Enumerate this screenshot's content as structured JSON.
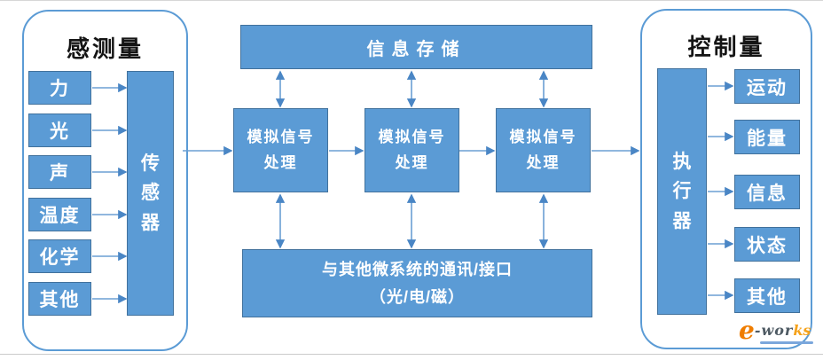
{
  "left_panel": {
    "title": "感测量",
    "items": [
      "力",
      "光",
      "声",
      "温度",
      "化学",
      "其他"
    ],
    "hub": "传\n感\n器"
  },
  "center": {
    "storage": "信息存储",
    "processors": [
      "模拟信号\n处理",
      "模拟信号\n处理",
      "模拟信号\n处理"
    ],
    "comms": "与其他微系统的通讯/接口\n（光/电/磁）"
  },
  "right_panel": {
    "title": "控制量",
    "hub": "执\n行\n器",
    "items": [
      "运动",
      "能量",
      "信息",
      "状态",
      "其他"
    ]
  },
  "logo": {
    "e": "e",
    "wor": "-wor",
    "ks": "ks"
  },
  "colors": {
    "box_fill": "#5b9bd5",
    "box_border": "#41719c",
    "panel_border": "#5b9bd5",
    "arrow_line": "#6b9fd4",
    "arrow_head": "#4a86c5",
    "title_text": "#141414",
    "box_text": "#ffffff",
    "logo_orange": "#ef7d00",
    "logo_text_dark": "#4e5a63",
    "logo_ks_orange": "#f5a21b",
    "logo_underline": "#7ba7dc"
  }
}
